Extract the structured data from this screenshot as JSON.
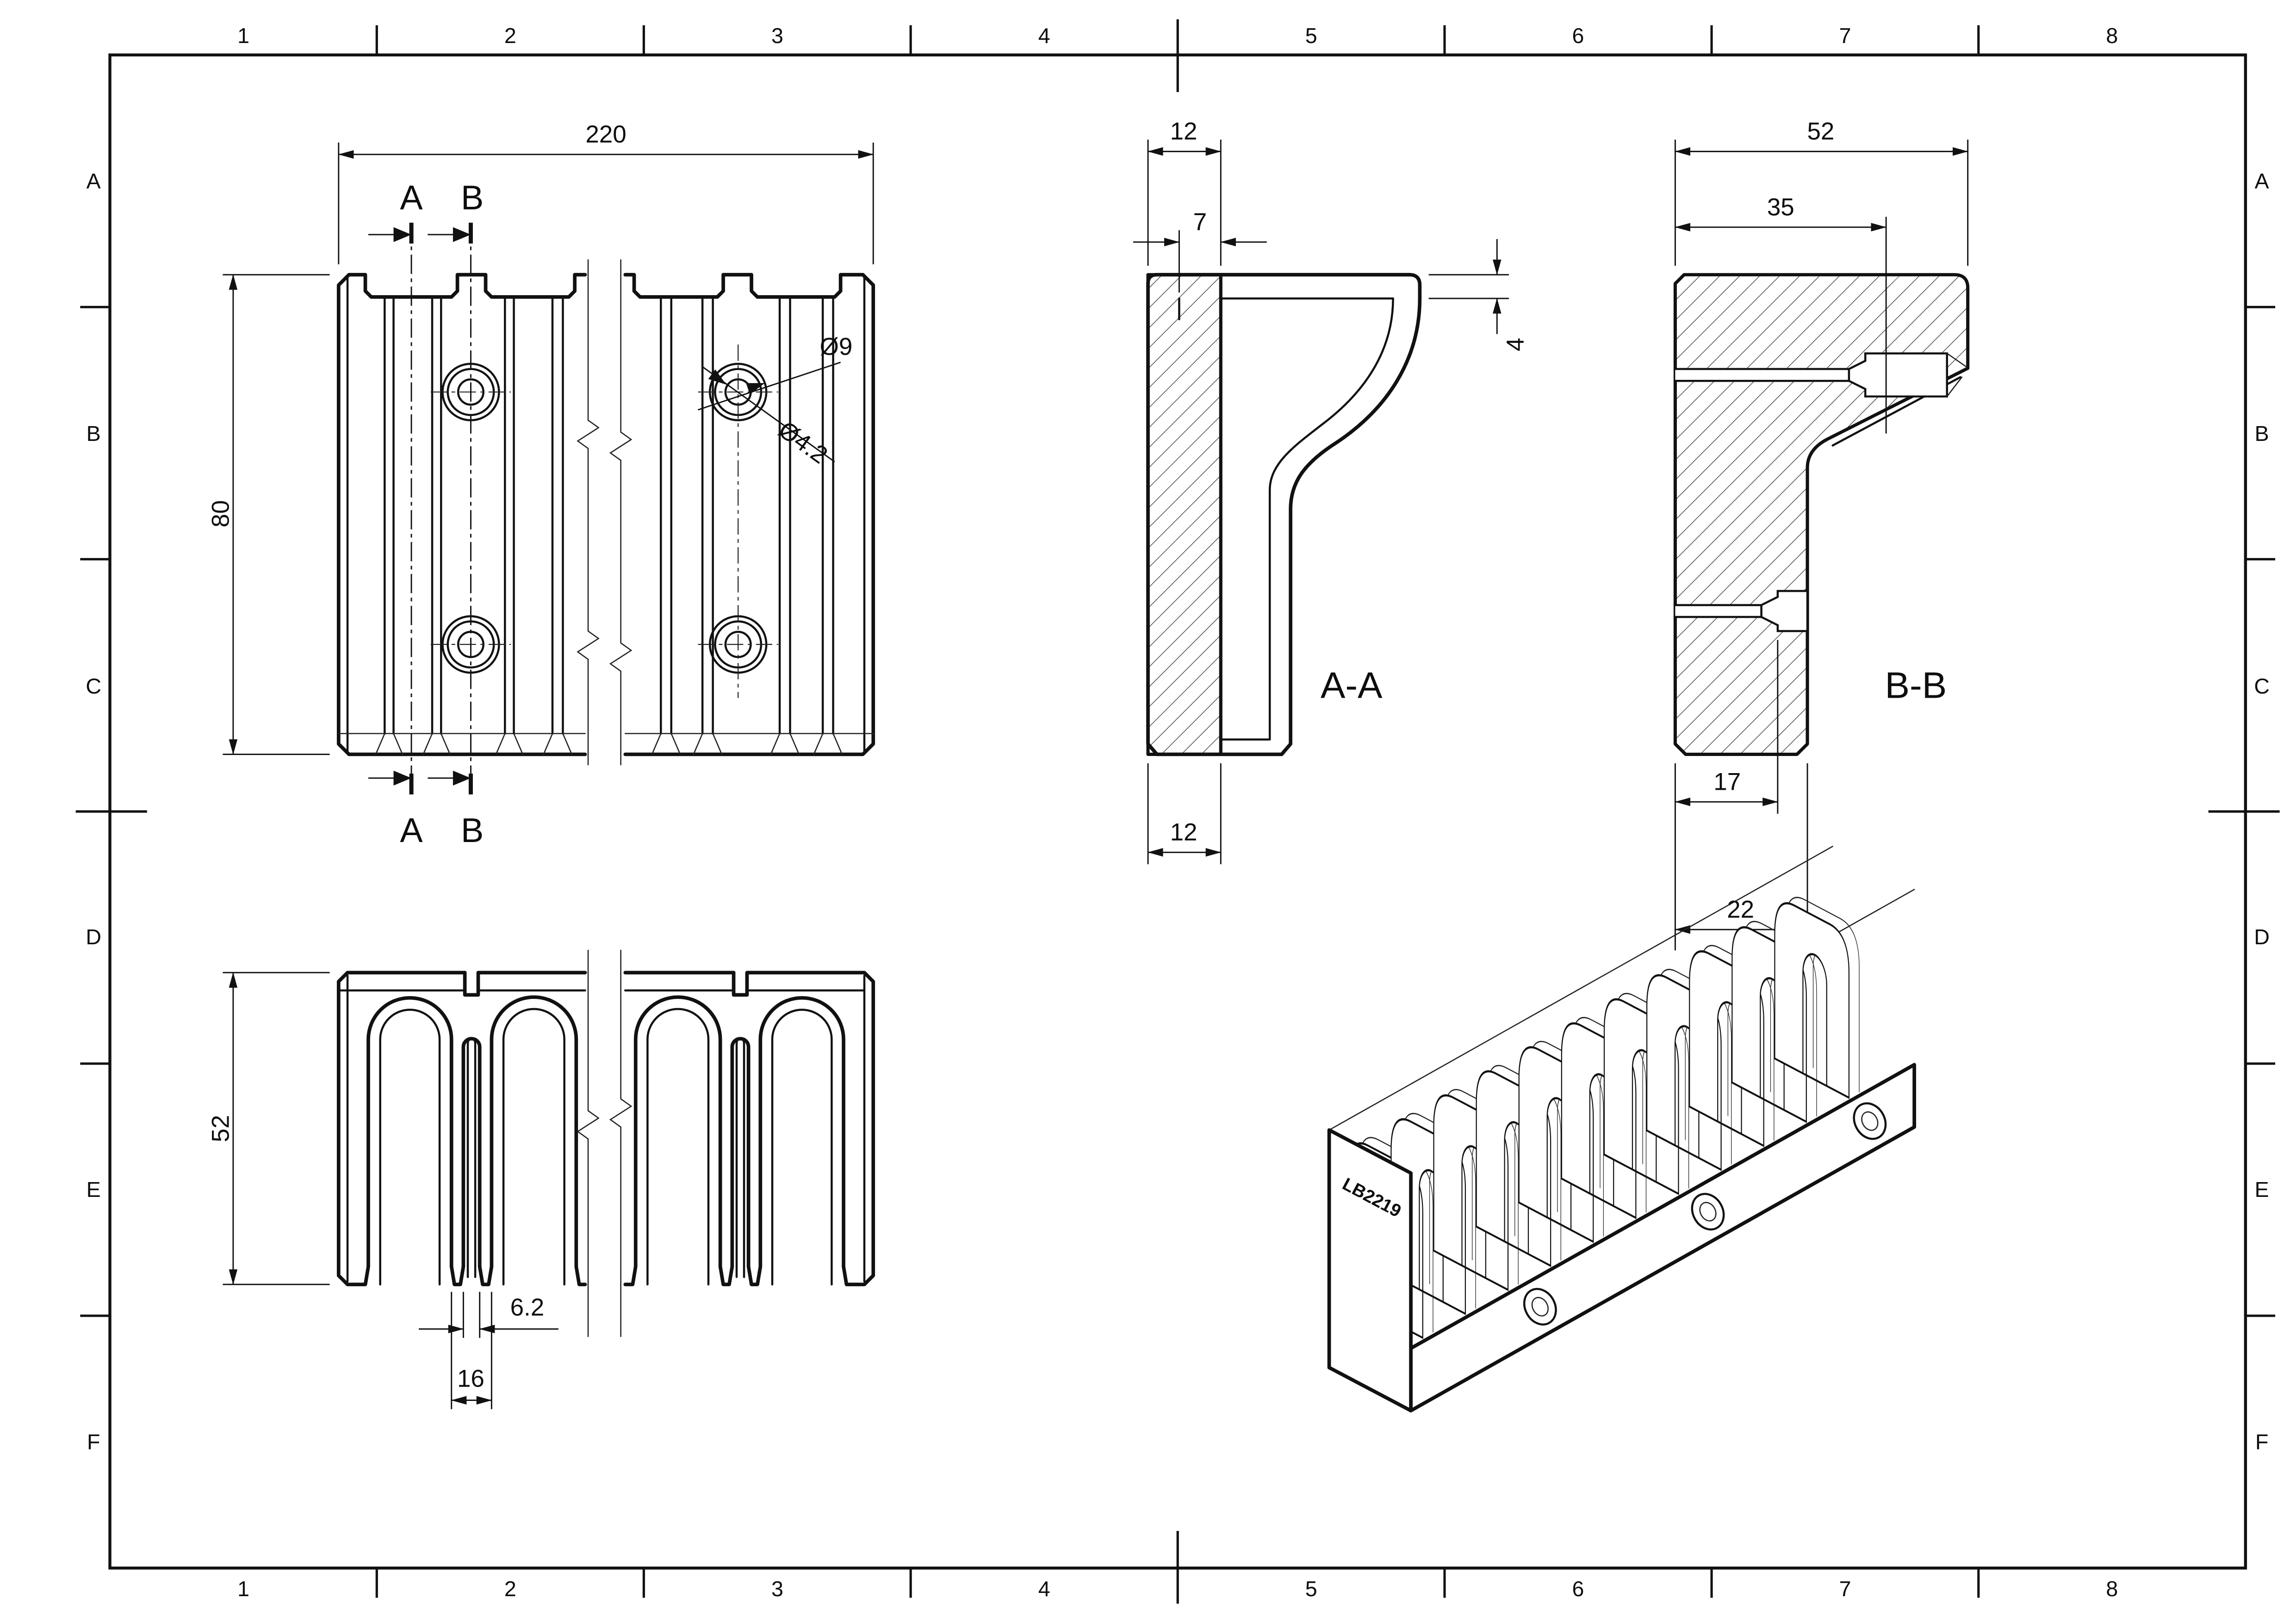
{
  "sheet": {
    "grid_top": [
      "1",
      "2",
      "3",
      "4",
      "5",
      "6",
      "7",
      "8"
    ],
    "grid_bottom": [
      "1",
      "2",
      "3",
      "4",
      "5",
      "6",
      "7",
      "8"
    ],
    "grid_left": [
      "A",
      "B",
      "C",
      "D",
      "E",
      "F"
    ],
    "grid_right": [
      "A",
      "B",
      "C",
      "D",
      "E",
      "F"
    ]
  },
  "front_view": {
    "dim_length": "220",
    "dim_height": "80",
    "section_label_a_top": "A",
    "section_label_b_top": "B",
    "section_label_a_bottom": "A",
    "section_label_b_bottom": "B",
    "counterbore_dia": "Ø9",
    "hole_dia": "Ø4.2"
  },
  "section_aa": {
    "title": "A-A",
    "dim_wall_top": "12",
    "dim_lip": "7",
    "dim_flange_thickness": "4",
    "dim_wall_bottom": "12"
  },
  "section_bb": {
    "title": "B-B",
    "dim_overall_width": "52",
    "dim_to_tab": "35",
    "dim_to_step": "17",
    "dim_foot": "22"
  },
  "bottom_view": {
    "dim_depth": "52",
    "dim_slot_width": "6.2",
    "dim_web": "16"
  },
  "isometric_view": {
    "part_marking": "LB2219"
  }
}
